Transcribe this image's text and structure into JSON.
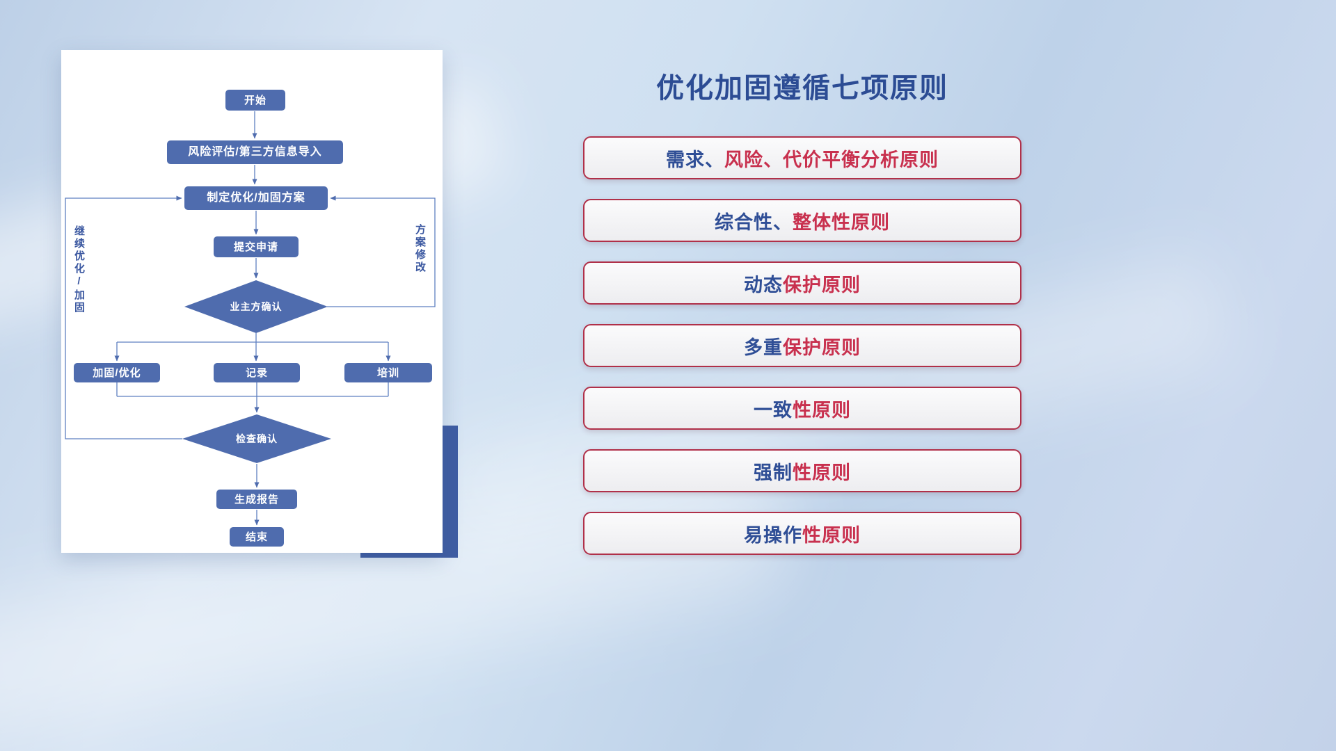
{
  "flowchart": {
    "nodes": {
      "start": "开始",
      "risk_import": "风险评估/第三方信息导入",
      "make_plan": "制定优化/加固方案",
      "submit": "提交申请",
      "owner_confirm": "业主方确认",
      "reinforce": "加固/优化",
      "record": "记录",
      "training": "培训",
      "check_confirm": "检查确认",
      "report": "生成报告",
      "end": "结束"
    },
    "side_labels": {
      "left": "继续优化/加固",
      "right": "方案修改"
    }
  },
  "principles": {
    "title": "优化加固遵循七项原则",
    "items": [
      {
        "blue": "需求、",
        "red": "风险、代价平衡分析原则"
      },
      {
        "blue": "综合性、",
        "red": "整体性原则"
      },
      {
        "blue": "动态",
        "red": "保护原则"
      },
      {
        "blue": "多重",
        "red": "保护原则"
      },
      {
        "blue": "一致",
        "red": "性原则"
      },
      {
        "blue": "强制",
        "red": "性原则"
      },
      {
        "blue": "易操作",
        "red": "性原则"
      }
    ]
  },
  "colors": {
    "node_fill": "#4f6cae",
    "connector": "#5d7fc0",
    "accent_block": "#3f5da3",
    "principle_blue": "#2f4e96",
    "principle_red": "#c8304e",
    "principle_border": "#b03049",
    "title_blue": "#2c4c94"
  }
}
